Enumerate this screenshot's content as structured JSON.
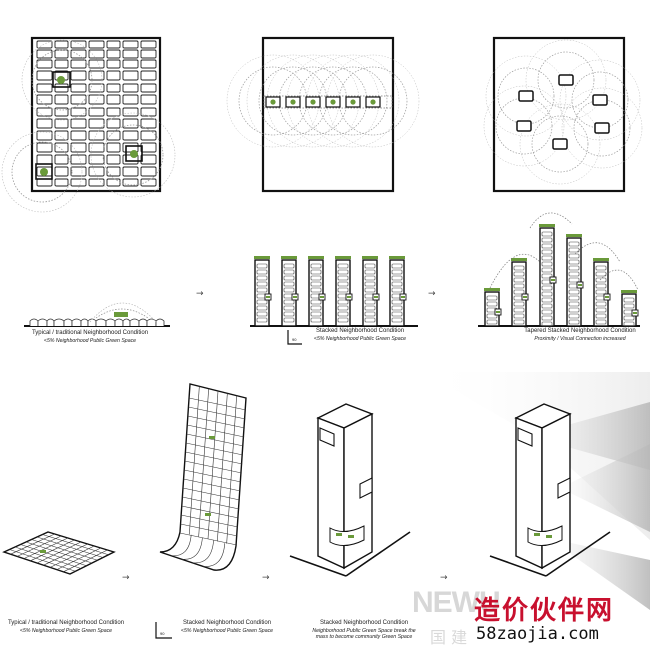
{
  "captions": {
    "mid_left": {
      "title": "Typical / traditional Neighborhood Condition",
      "sub": "<5% Neighborhood Public Green Space"
    },
    "mid_center": {
      "title": "Stacked Neighborhood Condition",
      "sub": "<5% Neighborhood Public Green Space"
    },
    "mid_right": {
      "title": "Tapered Stacked Neighborhood Condition",
      "sub": "Proximity / Visual Connection increased"
    },
    "bot_1": {
      "title": "Typical / traditional Neighborhood Condition",
      "sub": "<5% Neighborhood Public Green Space"
    },
    "bot_2": {
      "title": "Stacked Neighborhood Condition",
      "sub": "<5% Neighborhood Public Green Space"
    },
    "bot_3": {
      "title": "Stacked Neighborhood Condition",
      "sub": "Neighborhood Public Green Space break the",
      "sub2": "mass to become community Green Space"
    }
  },
  "arrows": {
    "glyph": "→"
  },
  "angle_marks": {
    "label": "90"
  },
  "watermark": {
    "newu": "NEWU",
    "guo": "国 建",
    "cn": "造价伙伴网",
    "url": "58zaojia.com"
  },
  "colors": {
    "line": "#111111",
    "green": "#6a9a3a",
    "shade": "#cfcfcf",
    "circle": "#9a9a9a"
  }
}
